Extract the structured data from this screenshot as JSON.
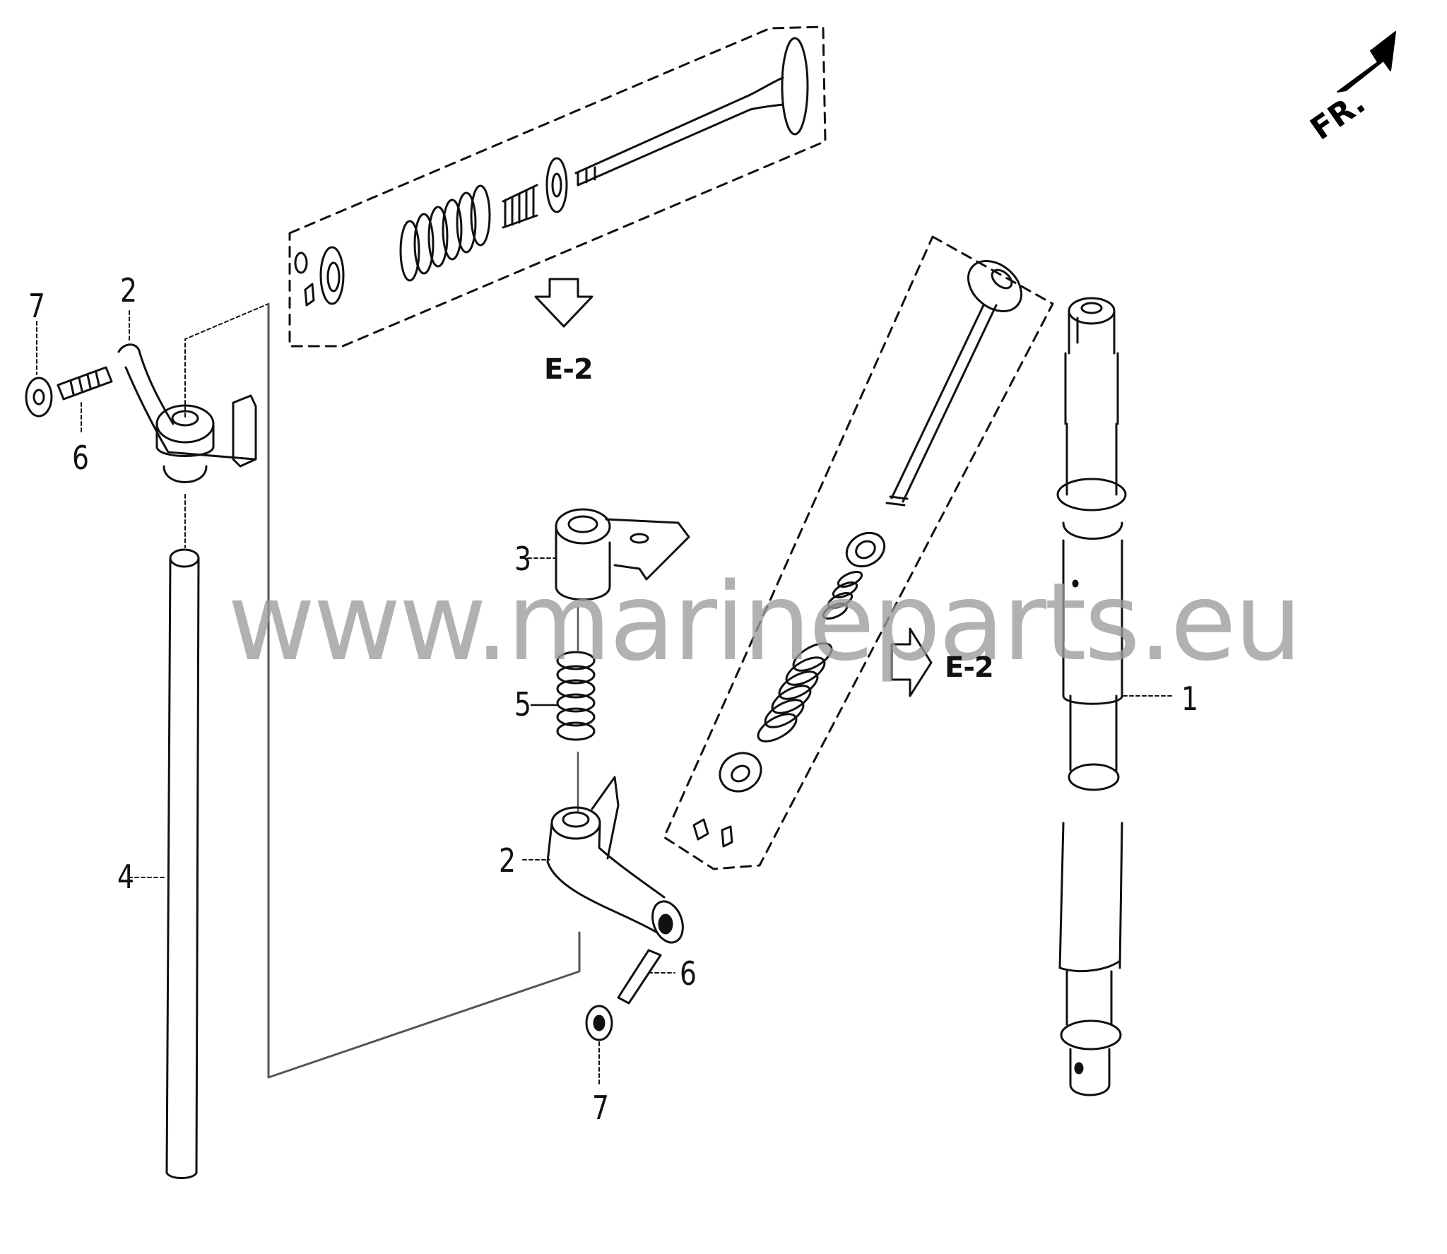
{
  "diagram": {
    "subject": "Valve train / rocker arm exploded parts view",
    "direction_indicator": {
      "label": "FR.",
      "icon": "front-direction-arrow-icon"
    },
    "watermark": "www.marineparts.eu",
    "references": [
      {
        "id": "ref-top",
        "label": "E-2",
        "arrow": "down"
      },
      {
        "id": "ref-right",
        "label": "E-2",
        "arrow": "right"
      }
    ],
    "callouts": [
      {
        "number": "1",
        "part": "camshaft"
      },
      {
        "number": "2",
        "part": "rocker-arm (left, top)"
      },
      {
        "number": "2",
        "part": "rocker-arm (center, bottom)"
      },
      {
        "number": "3",
        "part": "rocker-arm-holder"
      },
      {
        "number": "4",
        "part": "pushrod / rocker shaft"
      },
      {
        "number": "5",
        "part": "spring"
      },
      {
        "number": "6",
        "part": "adjusting-screw (left)"
      },
      {
        "number": "6",
        "part": "adjusting-screw (center)"
      },
      {
        "number": "7",
        "part": "lock-nut (left)"
      },
      {
        "number": "7",
        "part": "lock-nut (center)"
      }
    ],
    "colors": {
      "line": "#111111",
      "watermark": "#9c9c9c",
      "background": "#ffffff"
    }
  }
}
